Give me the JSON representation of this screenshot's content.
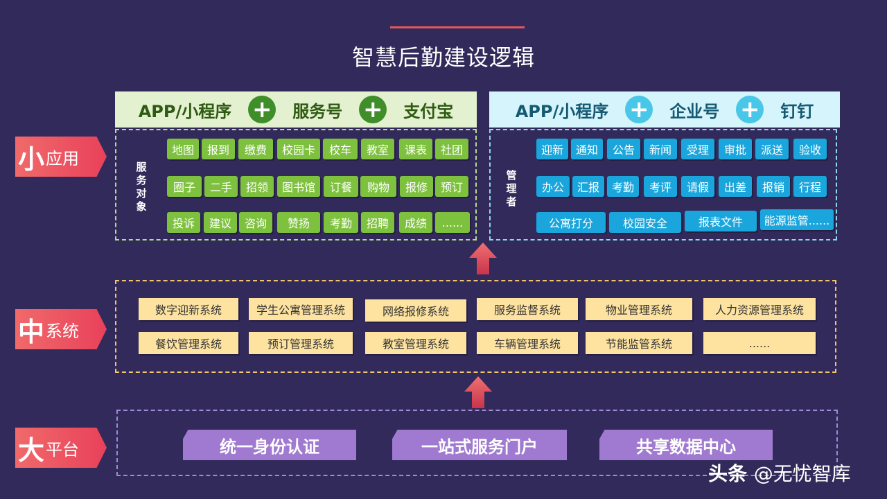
{
  "title": "智慧后勤建设逻辑",
  "tiers": {
    "small": {
      "big": "小",
      "rest": "应用"
    },
    "mid": {
      "big": "中",
      "rest": "系统"
    },
    "large": {
      "big": "大",
      "rest": "平台"
    }
  },
  "header_left": {
    "a": "APP/小程序",
    "b": "服务号",
    "c": "支付宝"
  },
  "header_right": {
    "a": "APP/小程序",
    "b": "企业号",
    "c": "钉钉"
  },
  "plus_symbol": "+",
  "left_group_label": "服务对象",
  "right_group_label": "管理者",
  "left_rows": [
    [
      "地图",
      "报到",
      "缴费",
      "校园卡",
      "校车",
      "教室",
      "课表",
      "社团"
    ],
    [
      "圈子",
      "二手",
      "招领",
      "图书馆",
      "订餐",
      "购物",
      "报修",
      "预订"
    ],
    [
      "投诉",
      "建议",
      "咨询",
      "赞扬",
      "考勤",
      "招聘",
      "成绩",
      "......"
    ]
  ],
  "right_rows": [
    [
      "迎新",
      "通知",
      "公告",
      "新闻",
      "受理",
      "审批",
      "派送",
      "验收"
    ],
    [
      "办公",
      "汇报",
      "考勤",
      "考评",
      "请假",
      "出差",
      "报销",
      "行程"
    ],
    [
      "公寓打分",
      "校园安全",
      "报表文件",
      "能源监管......"
    ]
  ],
  "systems": [
    [
      "数字迎新系统",
      "学生公寓管理系统",
      "网络报修系统",
      "服务监督系统",
      "物业管理系统",
      "人力资源管理系统"
    ],
    [
      "餐饮管理系统",
      "预订管理系统",
      "教室管理系统",
      "车辆管理系统",
      "节能监管系统",
      "......"
    ]
  ],
  "platforms": [
    "统一身份认证",
    "一站式服务门户",
    "共享数据中心"
  ],
  "watermark": {
    "brand": "头条",
    "handle": "@无忧智库"
  },
  "colors": {
    "background": "#312a5a",
    "tier": "#e8415a",
    "green_chip": "#7ec13f",
    "blue_chip": "#1aa6dd",
    "yellow_chip": "#fde2a0",
    "platform": "#a07ad0",
    "arrow": "#e8415a"
  }
}
